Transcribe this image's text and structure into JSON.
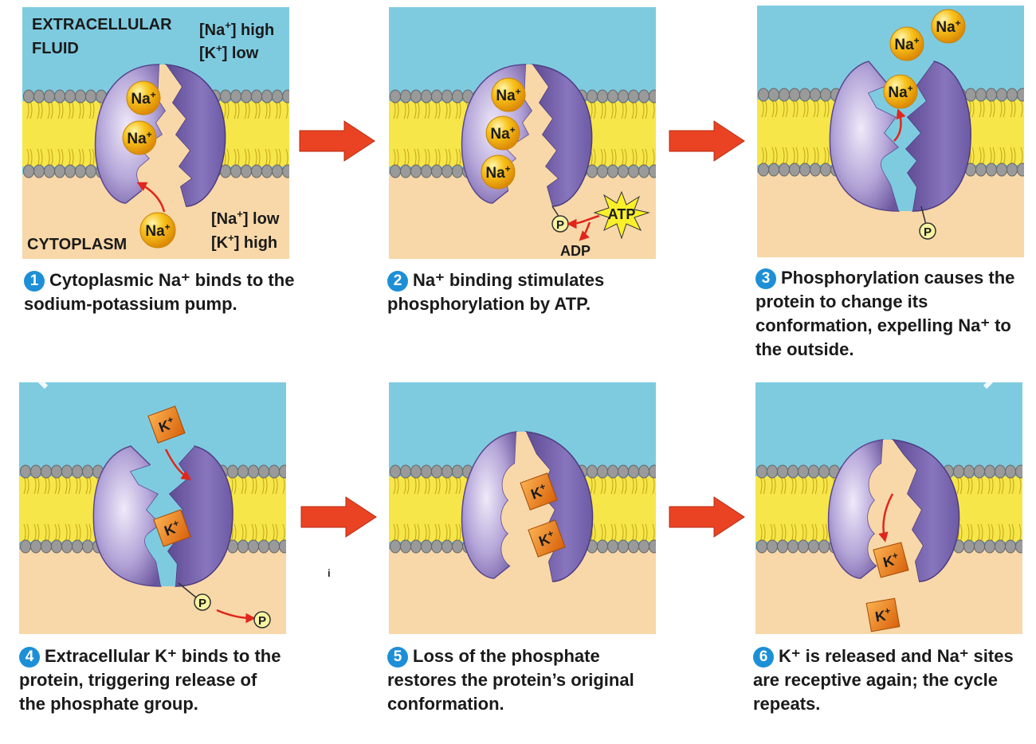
{
  "colors": {
    "extracellular": "#7ecbe0",
    "cytoplasm": "#f8d8a8",
    "protein": "#7a65ad",
    "ion_na": "#f2a60e",
    "ion_k": "#ea7a12",
    "arrow": "#ea4323",
    "step_badge": "#1d8fd6"
  },
  "panel1": {
    "extracellular_label": "EXTRACELLULAR\nFLUID",
    "na_high": "[Na+] high",
    "k_low": "[K+] low",
    "cytoplasm_label": "CYTOPLASM",
    "na_low": "[Na+] low",
    "k_high": "[K+] high"
  },
  "ion": {
    "na": "Na+",
    "k": "K+",
    "p": "P"
  },
  "atp": "ATP",
  "adp": "ADP",
  "stray_glyph": "i",
  "captions": [
    {
      "num": "1",
      "text": "Cytoplasmic Na⁺ binds to the sodium-potassium pump."
    },
    {
      "num": "2",
      "text": "Na⁺ binding stimulates phosphorylation by ATP."
    },
    {
      "num": "3",
      "text": "Phosphorylation causes the protein to change its conformation, expelling Na⁺ to the outside."
    },
    {
      "num": "4",
      "text": "Extracellular K⁺ binds to the protein, triggering release of the phosphate group."
    },
    {
      "num": "5",
      "text": "Loss of the phosphate restores the protein’s original conformation."
    },
    {
      "num": "6",
      "text": "K⁺ is released and Na⁺ sites are receptive again; the cycle repeats."
    }
  ]
}
